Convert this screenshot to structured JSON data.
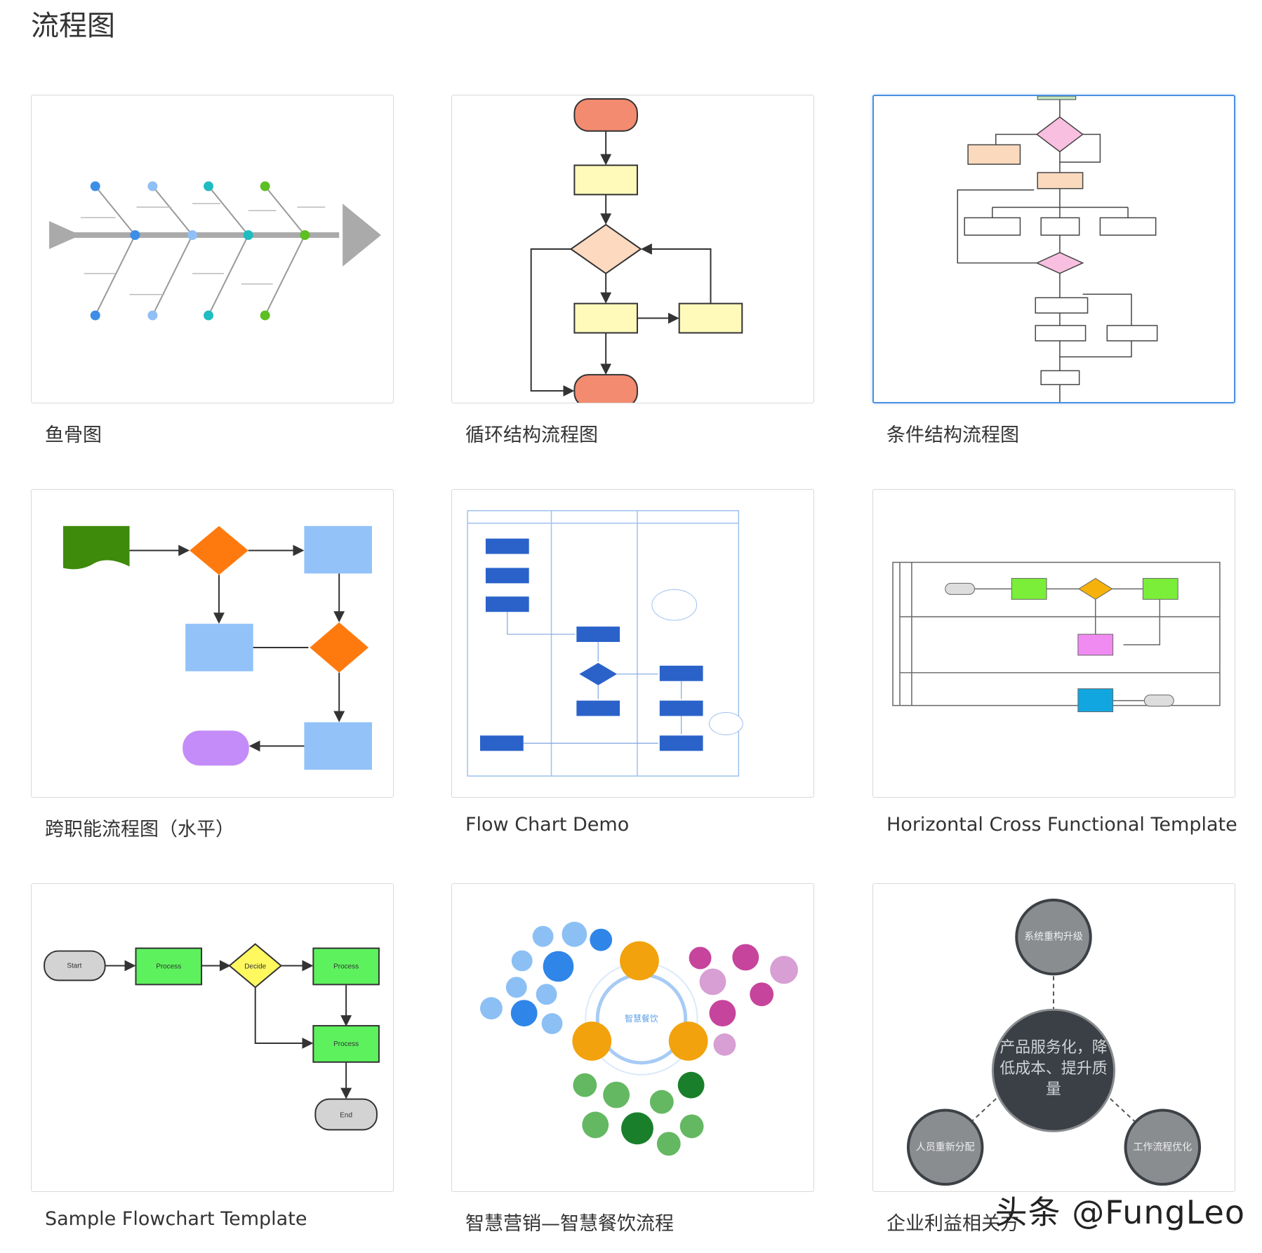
{
  "section": {
    "title": "流程图"
  },
  "templates": [
    {
      "name": "鱼骨图"
    },
    {
      "name": "循环结构流程图"
    },
    {
      "name": "条件结构流程图"
    },
    {
      "name": "跨职能流程图（水平）"
    },
    {
      "name": "Flow Chart Demo"
    },
    {
      "name": "Horizontal Cross Functional Template"
    },
    {
      "name": "Sample Flowchart Template"
    },
    {
      "name": "智慧营销—智慧餐饮流程"
    },
    {
      "name": "企业利益相关方"
    }
  ],
  "previews": {
    "sample_flowchart": {
      "start": "Start",
      "process": "Process",
      "decide": "Decide",
      "end": "End"
    },
    "stakeholder": {
      "center": "产品服务化，降低成本、提升质量",
      "top": "系统重构升级",
      "left": "人员重新分配",
      "right": "工作流程优化"
    },
    "catering": {
      "center": "智慧餐饮"
    }
  },
  "watermark": "头条 @FungLeo",
  "colors": {
    "selected_border": "#4a90e2",
    "card_border": "#d9d9d9"
  }
}
